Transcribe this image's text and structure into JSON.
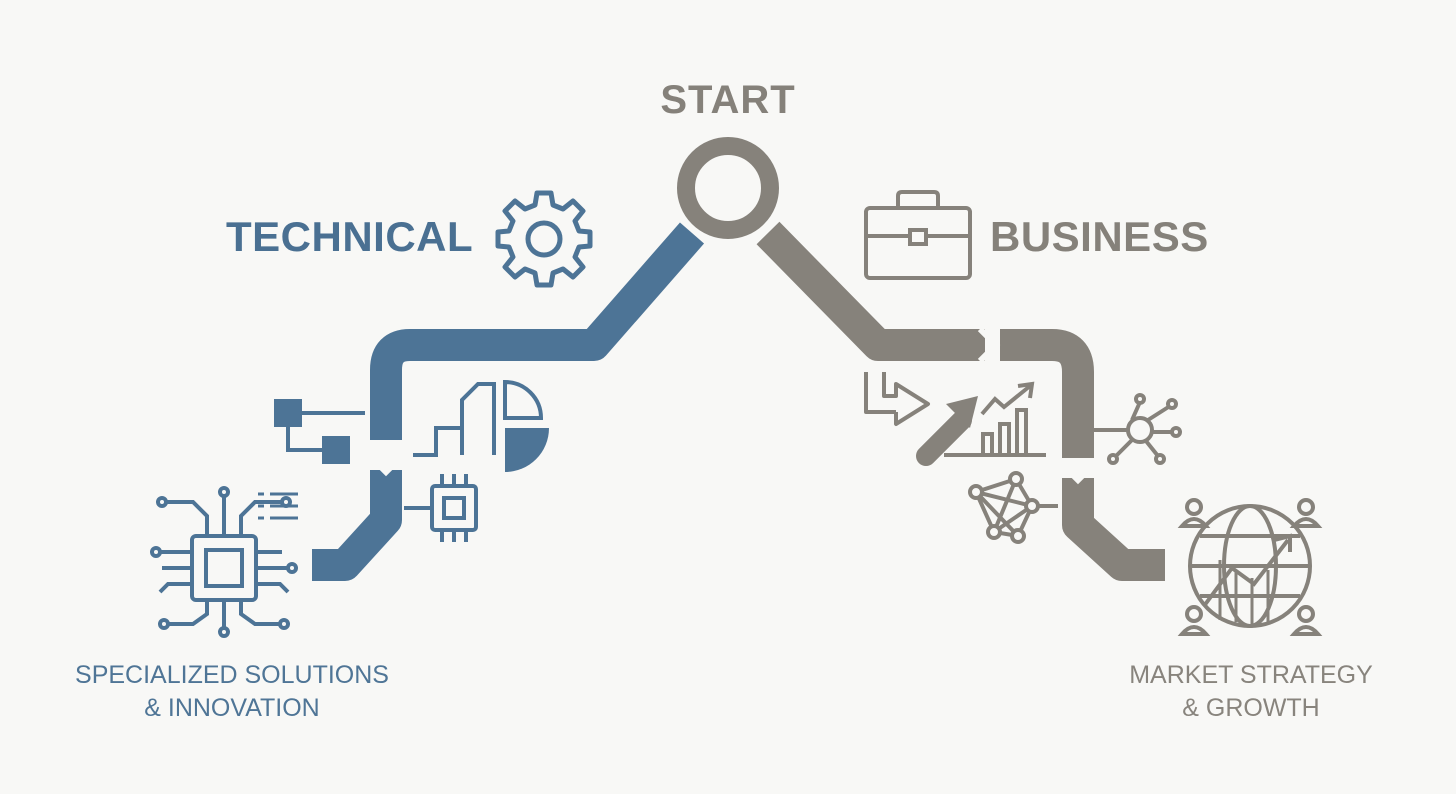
{
  "start": {
    "label": "START"
  },
  "technical": {
    "title": "TECHNICAL",
    "outcome_line1": "SPECIALIZED SOLUTIONS",
    "outcome_line2": "& INNOVATION",
    "icons": [
      "gear-icon",
      "flowchart-icon",
      "bar-pie-chart-icon",
      "microchip-icon",
      "circuit-board-chip-icon"
    ]
  },
  "business": {
    "title": "BUSINESS",
    "outcome_line1": "MARKET STRATEGY",
    "outcome_line2": "& GROWTH",
    "icons": [
      "briefcase-icon",
      "process-arrow-icon",
      "growth-arrow-icon",
      "rising-bar-chart-icon",
      "hub-network-icon",
      "mesh-network-icon",
      "globe-people-growth-icon"
    ]
  },
  "colors": {
    "technical": "#4d7496",
    "business": "#86827b",
    "background": "#f8f8f6"
  }
}
